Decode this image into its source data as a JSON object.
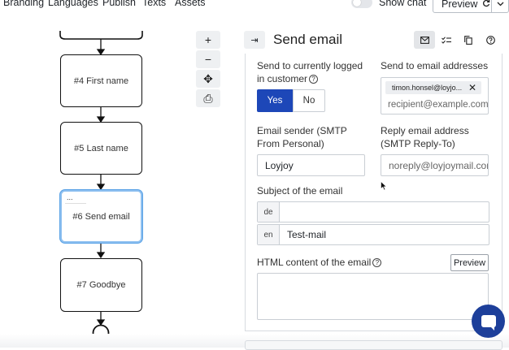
{
  "menu": [
    "Branding",
    "Languages",
    "Publish",
    "Texts",
    "Assets"
  ],
  "topbar": {
    "show_chat_label": "Show chat",
    "preview_label": "Preview",
    "preview_icon": "refresh-icon",
    "preview_dropdown_icon": "chevron-down-icon"
  },
  "flow": {
    "nodes": [
      {
        "label": "#4 First name"
      },
      {
        "label": "#5 Last name"
      },
      {
        "label": "#6 Send email",
        "selected": true,
        "badge": "..."
      },
      {
        "label": "#7 Goodbye"
      }
    ]
  },
  "tools": {
    "zoom_in": "+",
    "zoom_out": "−",
    "fit": "✥",
    "print": "⎙"
  },
  "panel": {
    "collapse_icon": "⇥",
    "title": "Send email",
    "header_tools": [
      "mail-icon",
      "checklist-icon",
      "copy-icon",
      "help-icon"
    ]
  },
  "form": {
    "logged_customer_label": "Send to currently logged in customer",
    "yes_label": "Yes",
    "no_label": "No",
    "selected": "Yes",
    "email_addresses_label": "Send to email addresses",
    "email_chip": "timon.honsel@loyjo...",
    "email_placeholder": "recipient@example.com",
    "sender_label": "Email sender (SMTP From Personal)",
    "sender_value": "Loyjoy",
    "reply_label": "Reply email address (SMTP Reply-To)",
    "reply_placeholder": "noreply@loyjoymail.com",
    "subject_label": "Subject of the email",
    "subject_rows": [
      {
        "lang": "de",
        "value": ""
      },
      {
        "lang": "en",
        "value": "Test-mail"
      }
    ],
    "html_label": "HTML content of the email",
    "html_preview_button": "Preview"
  },
  "colors": {
    "primary": "#1d47b8",
    "selected_node": "#5aa2e6",
    "chat": "#1d3f9a"
  }
}
